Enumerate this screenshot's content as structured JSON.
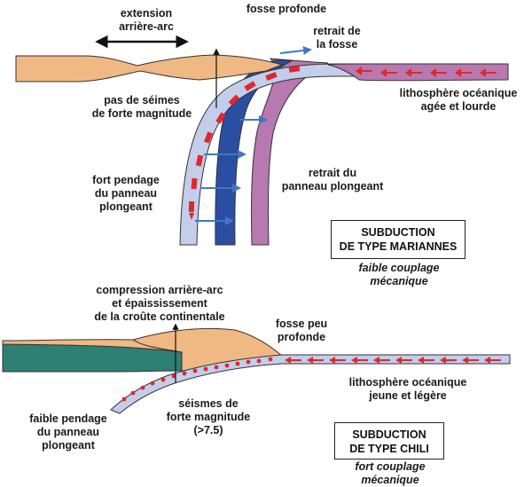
{
  "colors": {
    "overriding_plate": "#f0b883",
    "continental_crust_dark": "#2e7f74",
    "slab_light": "#c4cdea",
    "slab_blue": "#2a4ea2",
    "slab_purple": "#b878b0",
    "arrow_red": "#e0282a",
    "arrow_blue": "#3f78c2",
    "outline": "#333333"
  },
  "mariannes": {
    "extension_label": [
      "extension",
      "arrière-arc"
    ],
    "trench_label": "fosse profonde",
    "trench_retreat_label": [
      "retrait de",
      "la fosse"
    ],
    "large_eq_label": [
      "pas de séimes",
      "de forte magnitude"
    ],
    "lithosphere_label": [
      "lithosphère océanique",
      "agée et lourde"
    ],
    "steep_dip_label": [
      "fort pendage",
      "du panneau",
      "plongeant"
    ],
    "slab_retreat_label": [
      "retrait du",
      "panneau plongeant"
    ],
    "box_title": [
      "SUBDUCTION",
      "DE TYPE MARIANNES"
    ],
    "coupling": [
      "faible couplage",
      "mécanique"
    ]
  },
  "chili": {
    "compression_label": [
      "compression arrière-arc",
      "et épaississement",
      "de la croûte continentale"
    ],
    "trench_label": [
      "fosse peu",
      "profonde"
    ],
    "lithosphere_label": [
      "lithosphère océanique",
      "jeune et légère"
    ],
    "earthquakes_label": [
      "séismes de",
      "forte magnitude",
      "(>7.5)"
    ],
    "low_dip_label": [
      "faible pendage",
      "du panneau",
      "plongeant"
    ],
    "box_title": [
      "SUBDUCTION",
      "DE TYPE CHILI"
    ],
    "coupling": [
      "fort couplage",
      "mécanique"
    ]
  }
}
